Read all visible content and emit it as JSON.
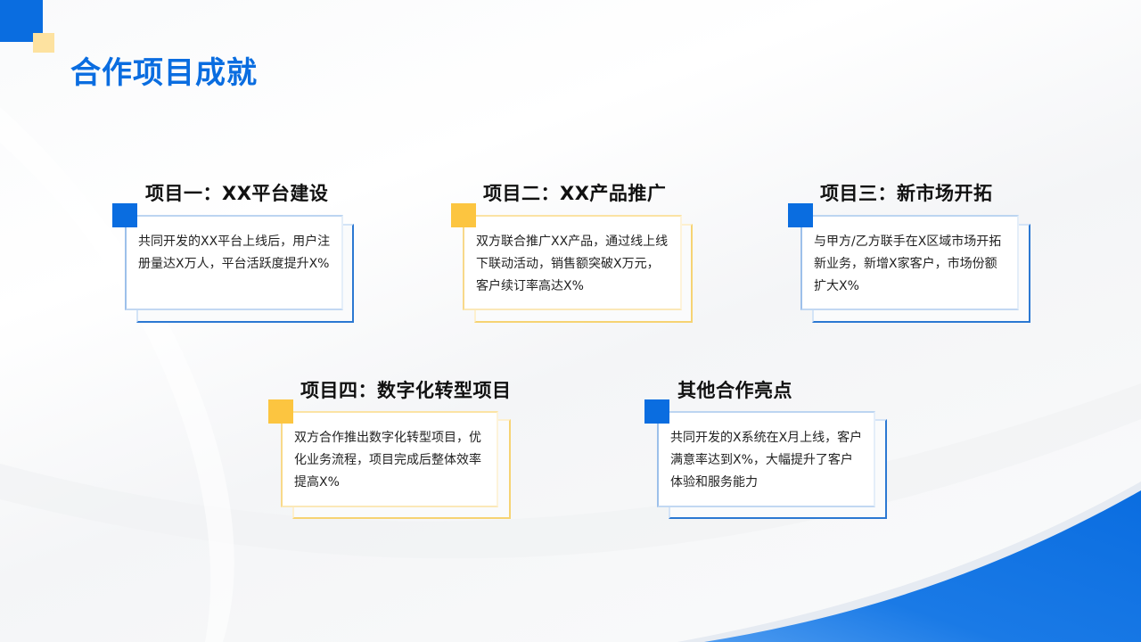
{
  "page": {
    "title": "合作项目成就"
  },
  "theme": {
    "primary_blue": "#0a6de0",
    "accent_yellow": "#fcc540",
    "title_color": "#0a6de0",
    "text_color": "#222222"
  },
  "cards": [
    {
      "title": "项目一：XX平台建设",
      "body": "共同开发的XX平台上线后，用户注册量达X万人，平台活跃度提升X%",
      "accent": "blue"
    },
    {
      "title": "项目二：XX产品推广",
      "body": "双方联合推广XX产品，通过线上线下联动活动，销售额突破X万元，客户续订率高达X%",
      "accent": "yellow"
    },
    {
      "title": "项目三：新市场开拓",
      "body": "与甲方/乙方联手在X区域市场开拓新业务，新增X家客户，市场份额扩大X%",
      "accent": "blue"
    },
    {
      "title": "项目四：数字化转型项目",
      "body": "双方合作推出数字化转型项目，优化业务流程，项目完成后整体效率提高X%",
      "accent": "yellow"
    },
    {
      "title": "其他合作亮点",
      "body": "共同开发的X系统在X月上线，客户满意率达到X%，大幅提升了客户体验和服务能力",
      "accent": "blue"
    }
  ]
}
